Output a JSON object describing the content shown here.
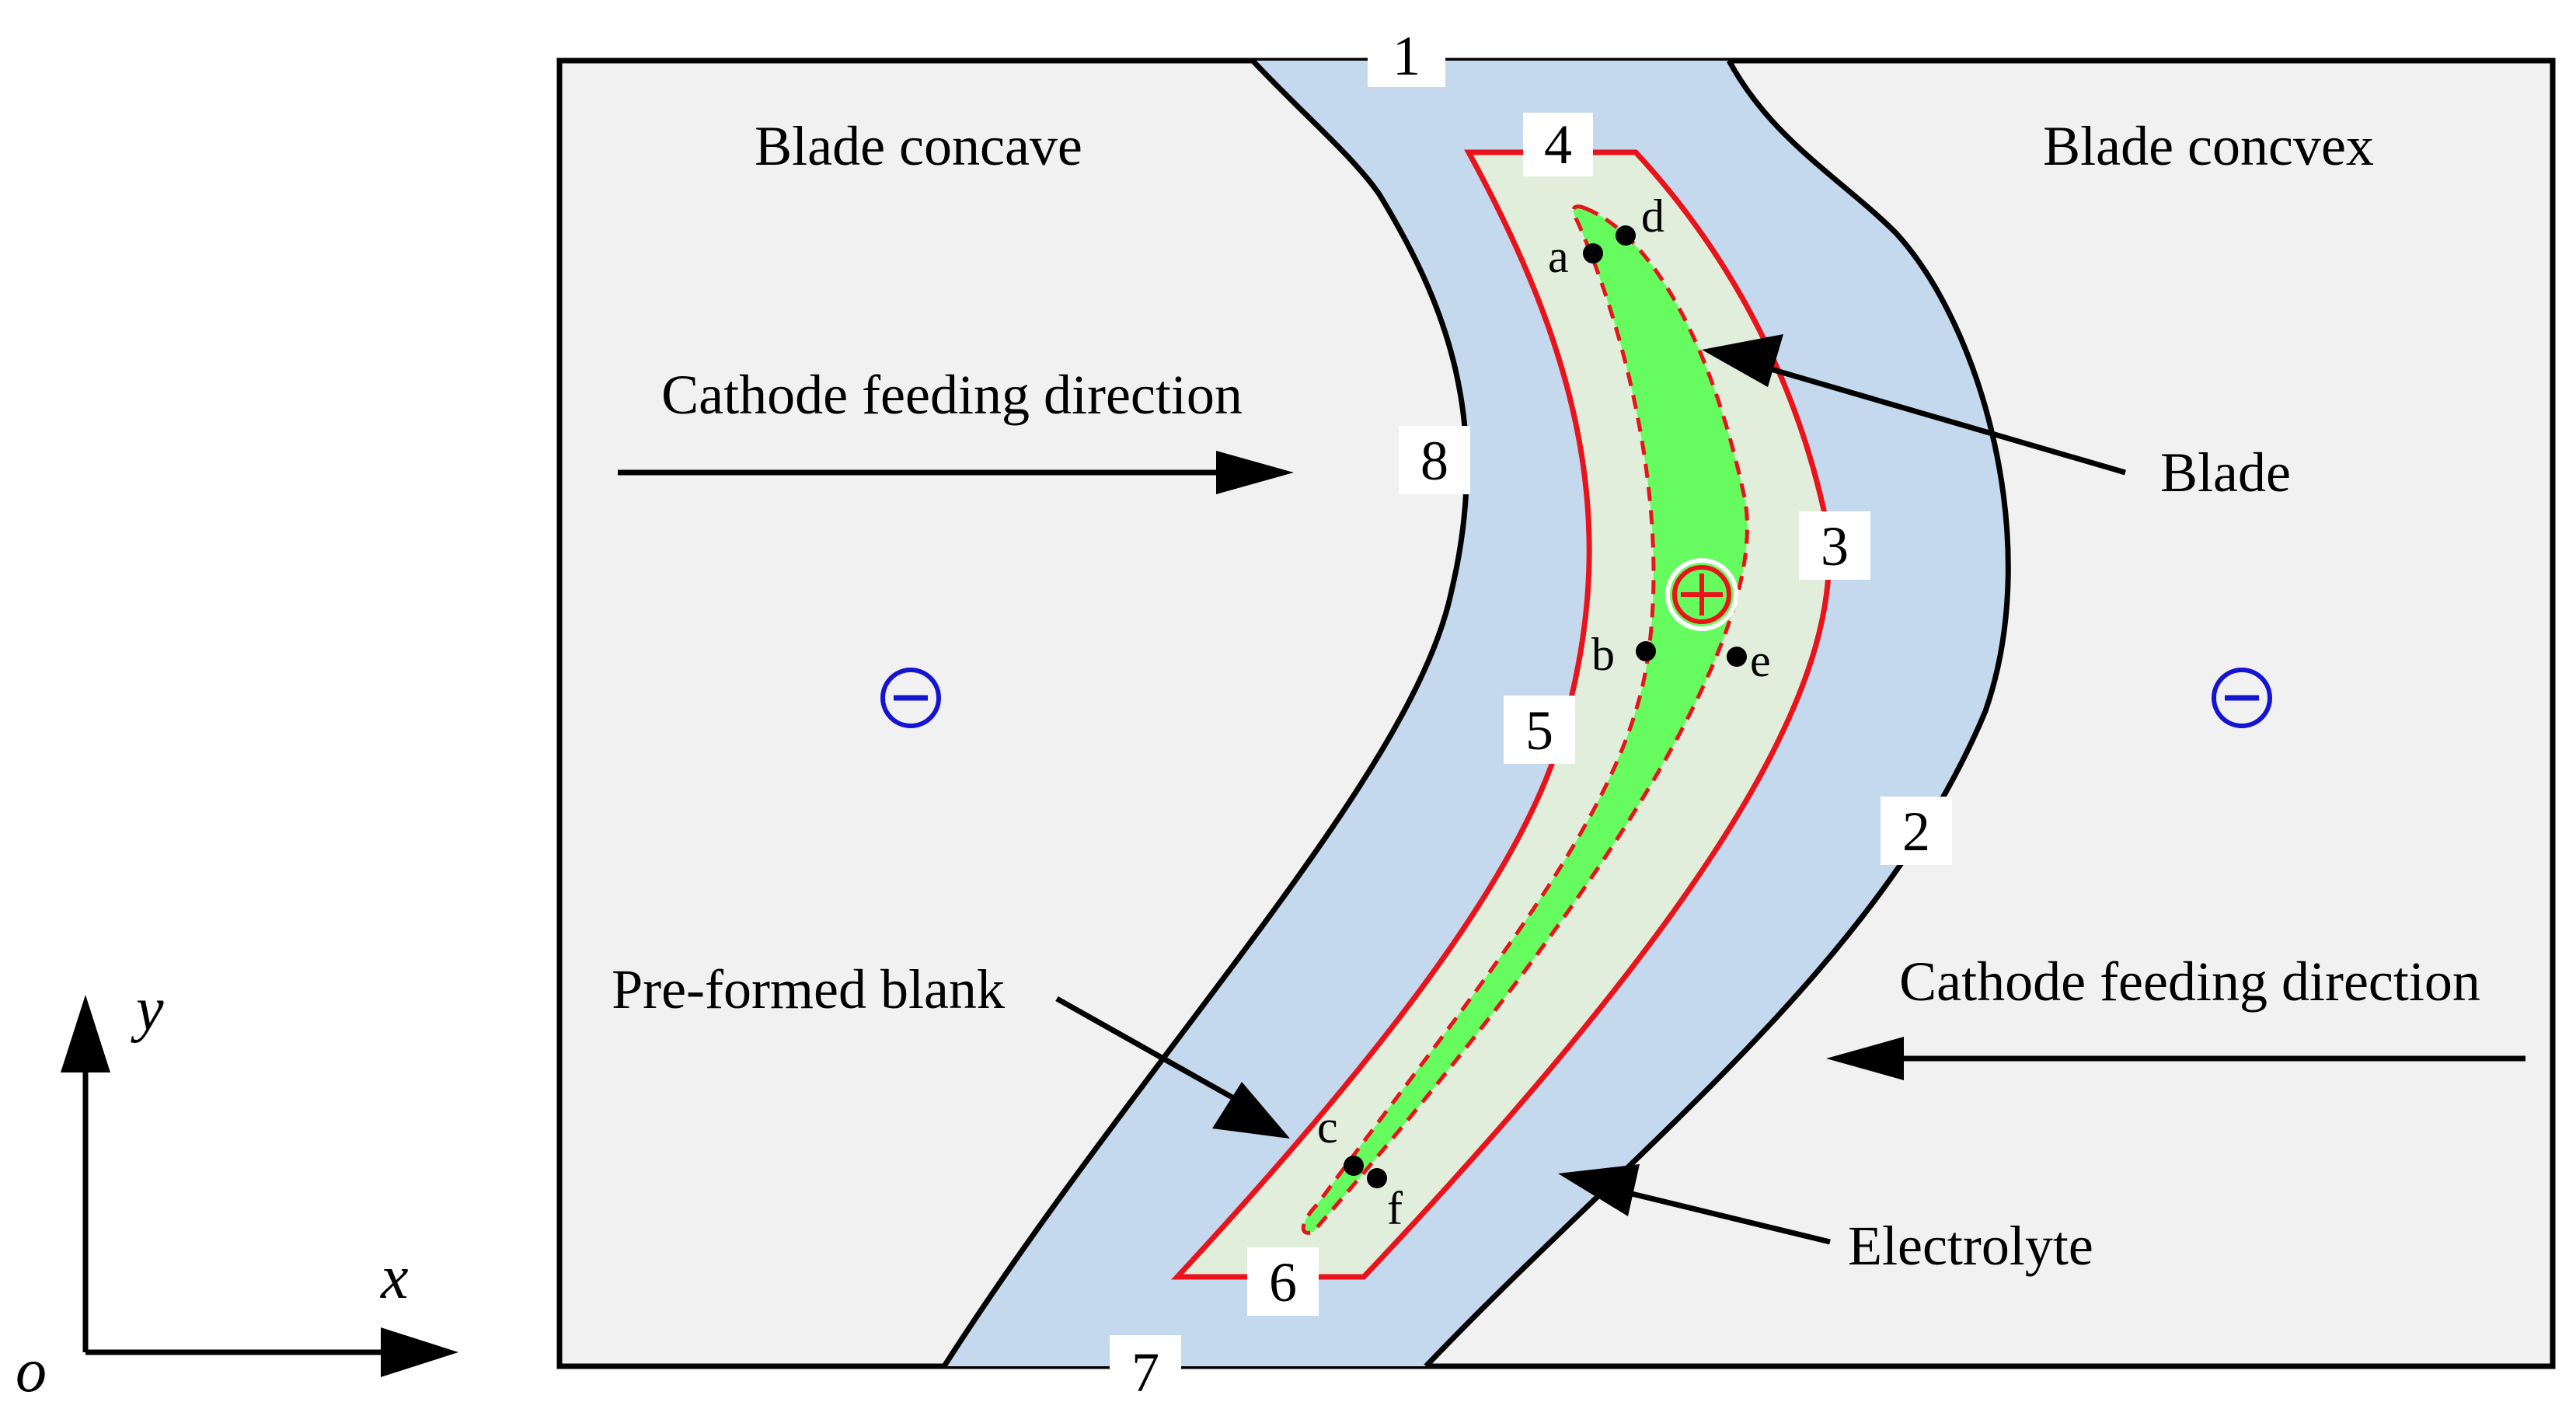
{
  "labels": {
    "concave": "Blade concave",
    "convex": "Blade concvex",
    "feed_left": "Cathode feeding direction",
    "feed_right": "Cathode feeding direction",
    "blade": "Blade",
    "preformed": "Pre-formed blank",
    "electrolyte": "Electrolyte"
  },
  "boundaries": [
    "1",
    "2",
    "3",
    "4",
    "5",
    "6",
    "7",
    "8"
  ],
  "points": [
    "a",
    "b",
    "c",
    "d",
    "e",
    "f"
  ],
  "axes": {
    "x": "x",
    "y": "y",
    "origin": "o"
  },
  "symbols": {
    "anode": "+",
    "cathode": "−"
  },
  "colors": {
    "background": "#f1f1f1",
    "electrolyte": "#c4d9ee",
    "blank": "#e1eedc",
    "blade": "#66fb5e",
    "boundary_red": "#e8131b",
    "cathode_blue": "#1414d2"
  }
}
